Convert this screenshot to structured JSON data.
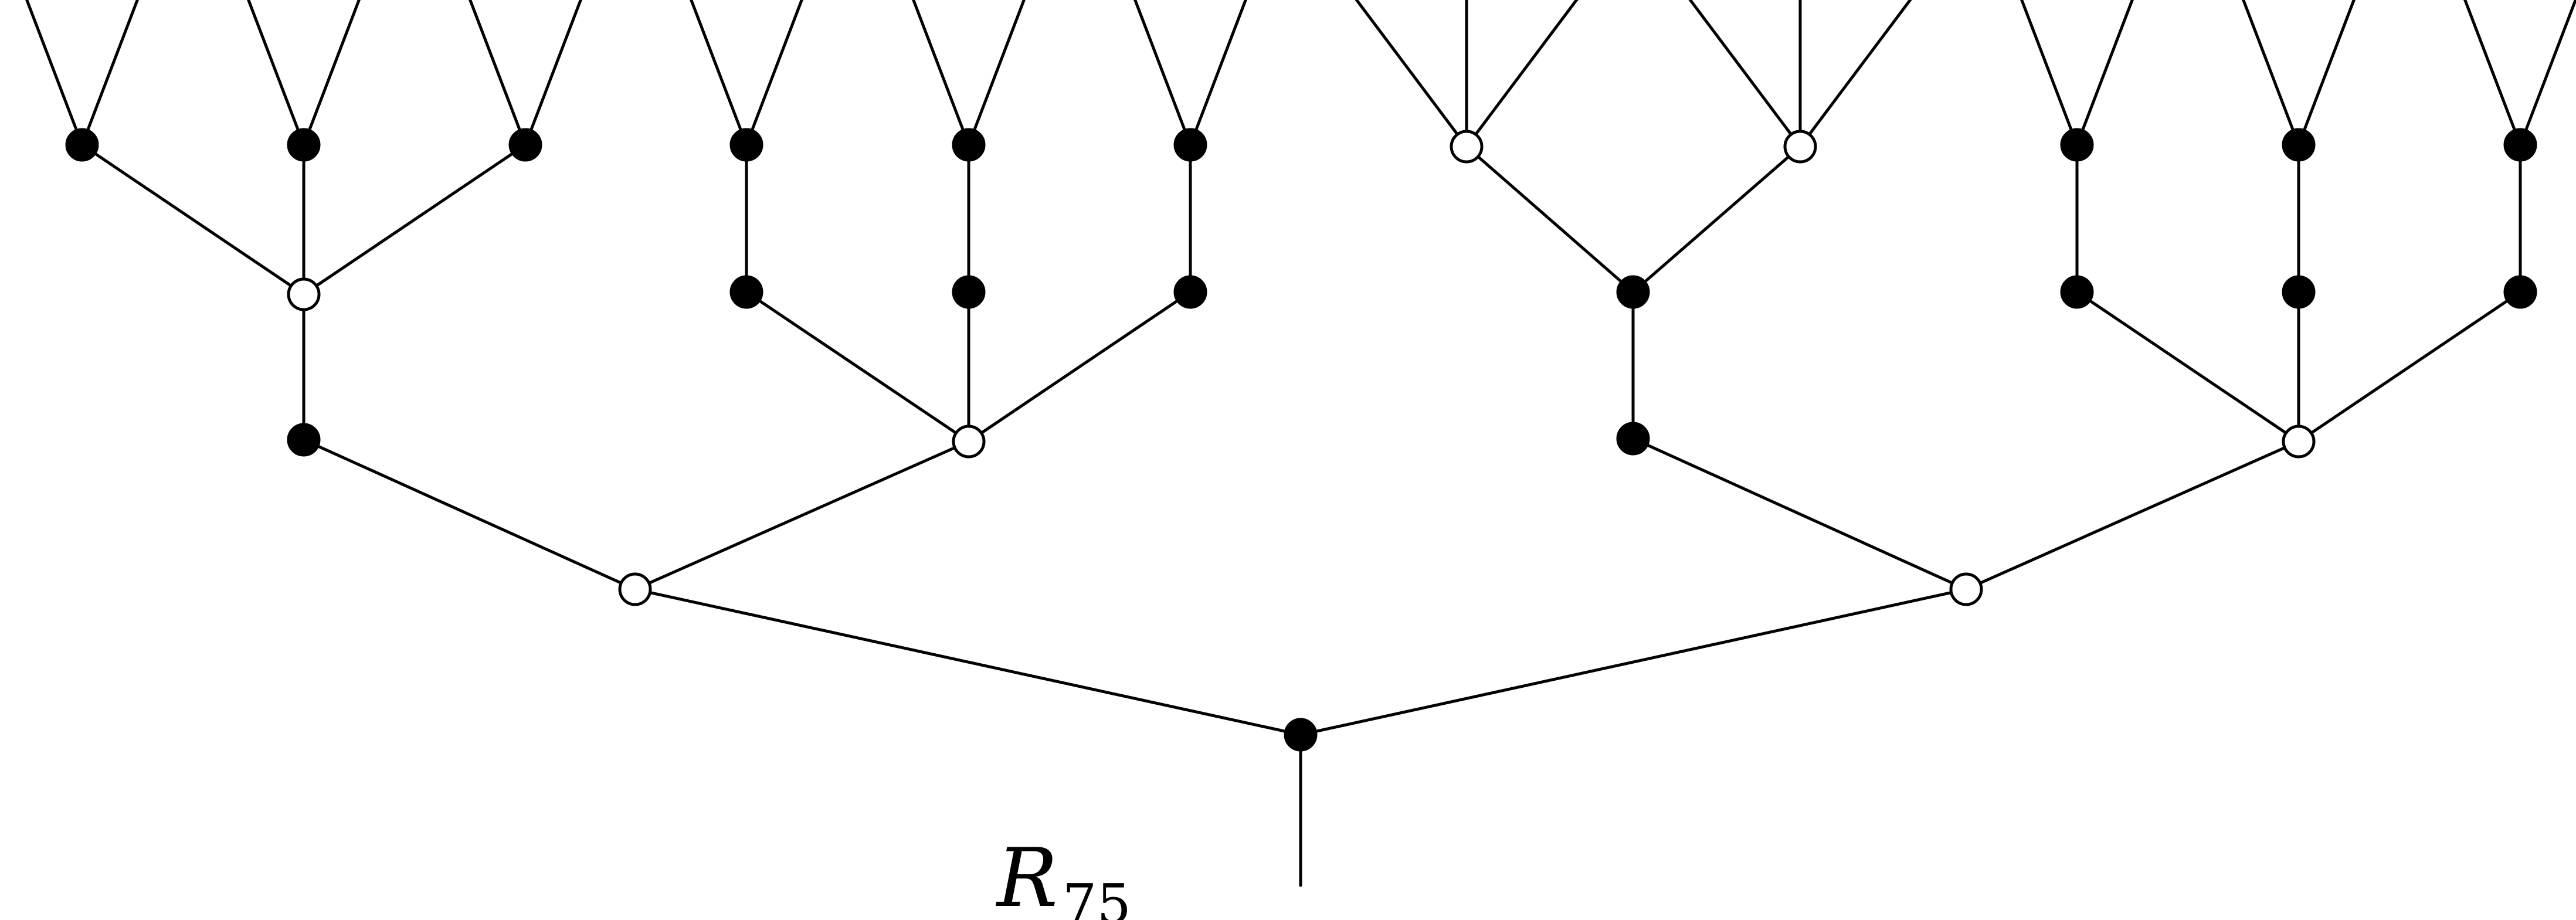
{
  "diagram": {
    "label": {
      "main": "R",
      "subscript": "75"
    },
    "colors": {
      "line": "#000000",
      "filled_node": "#000000",
      "open_node": "#ffffff",
      "background": "#ffffff"
    },
    "node_styles": [
      "filled",
      "open"
    ]
  }
}
